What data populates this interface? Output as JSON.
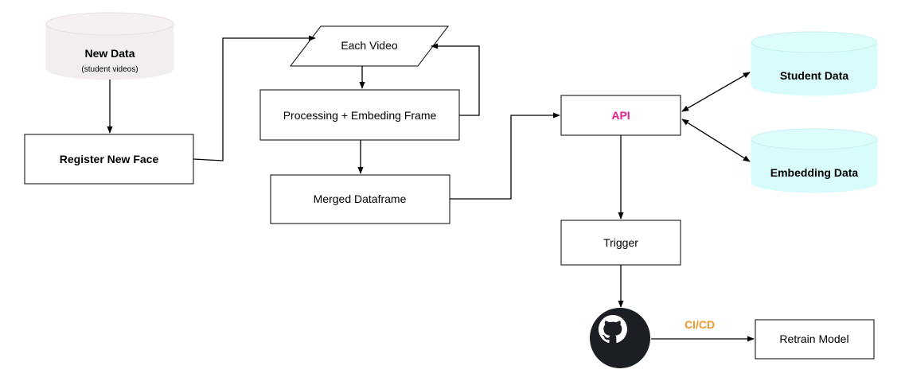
{
  "nodes": {
    "new_data": {
      "title": "New Data",
      "subtitle": "(student videos)"
    },
    "register": "Register New Face",
    "each_video": "Each Video",
    "processing": "Processing + Embeding Frame",
    "merged": "Merged Dataframe",
    "api": "API",
    "student_data": "Student Data",
    "embedding_data": "Embedding Data",
    "trigger": "Trigger",
    "github": {
      "icon": "github-icon"
    },
    "retrain": "Retrain Model"
  },
  "edges": {
    "cicd_label": "CI/CD"
  },
  "colors": {
    "new_data_fill": "#f3eeee",
    "db_fill": "#d8fbfb",
    "api_text": "#e81d8c",
    "cicd_text": "#f0962a",
    "stroke": "#000000",
    "github_dark": "#1b1f23"
  }
}
